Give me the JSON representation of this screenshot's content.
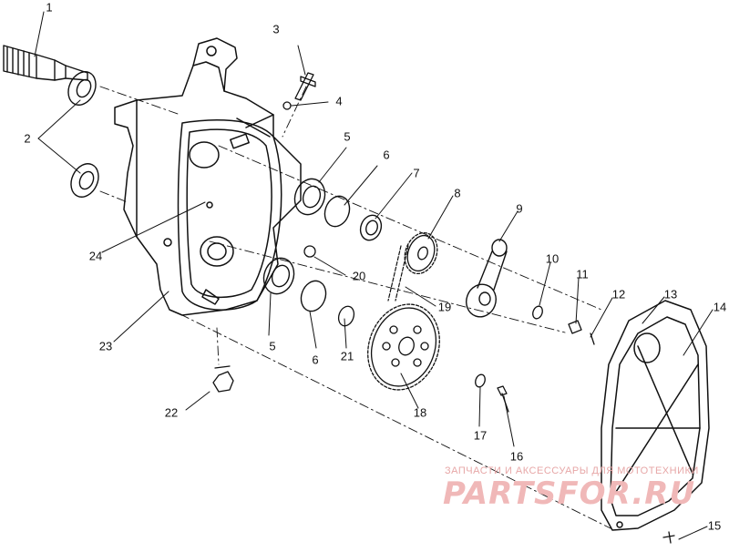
{
  "diagram": {
    "callouts": [
      "1",
      "2",
      "3",
      "4",
      "5",
      "6",
      "7",
      "8",
      "9",
      "10",
      "11",
      "12",
      "13",
      "14",
      "15",
      "16",
      "17",
      "18",
      "19",
      "20",
      "21",
      "22",
      "23",
      "24",
      "5",
      "6"
    ]
  },
  "watermark": {
    "subtitle": "ЗАПЧАСТИ И АКСЕССУАРЫ ДЛЯ МОТОТЕХНИКИ",
    "brand": "PARTSFOR.RU"
  }
}
